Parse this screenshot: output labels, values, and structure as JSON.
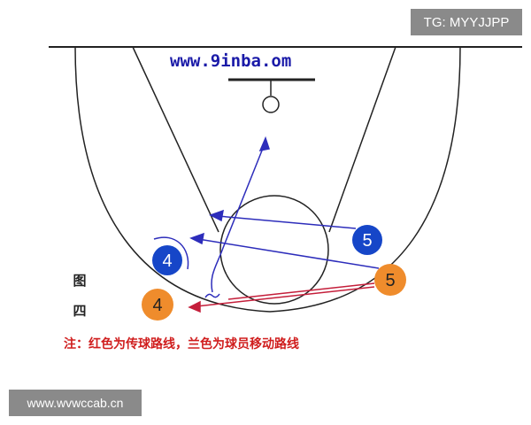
{
  "watermark_top": "TG: MYYJJPP",
  "watermark_bottom": "www.wvwccab.cn",
  "site": "www.9inba.om",
  "figure_label": [
    "图",
    "四"
  ],
  "caption": "注：红色为传球路线，兰色为球员移动路线",
  "players": [
    {
      "number": "5",
      "team": "blue"
    },
    {
      "number": "4",
      "team": "blue"
    },
    {
      "number": "5",
      "team": "orange"
    },
    {
      "number": "4",
      "team": "orange"
    }
  ],
  "colors": {
    "blue_player": "#1646c8",
    "orange_player": "#ef8c2c",
    "move_line": "#2d2dbb",
    "pass_line": "#c41e3a",
    "court_line": "#222222"
  }
}
